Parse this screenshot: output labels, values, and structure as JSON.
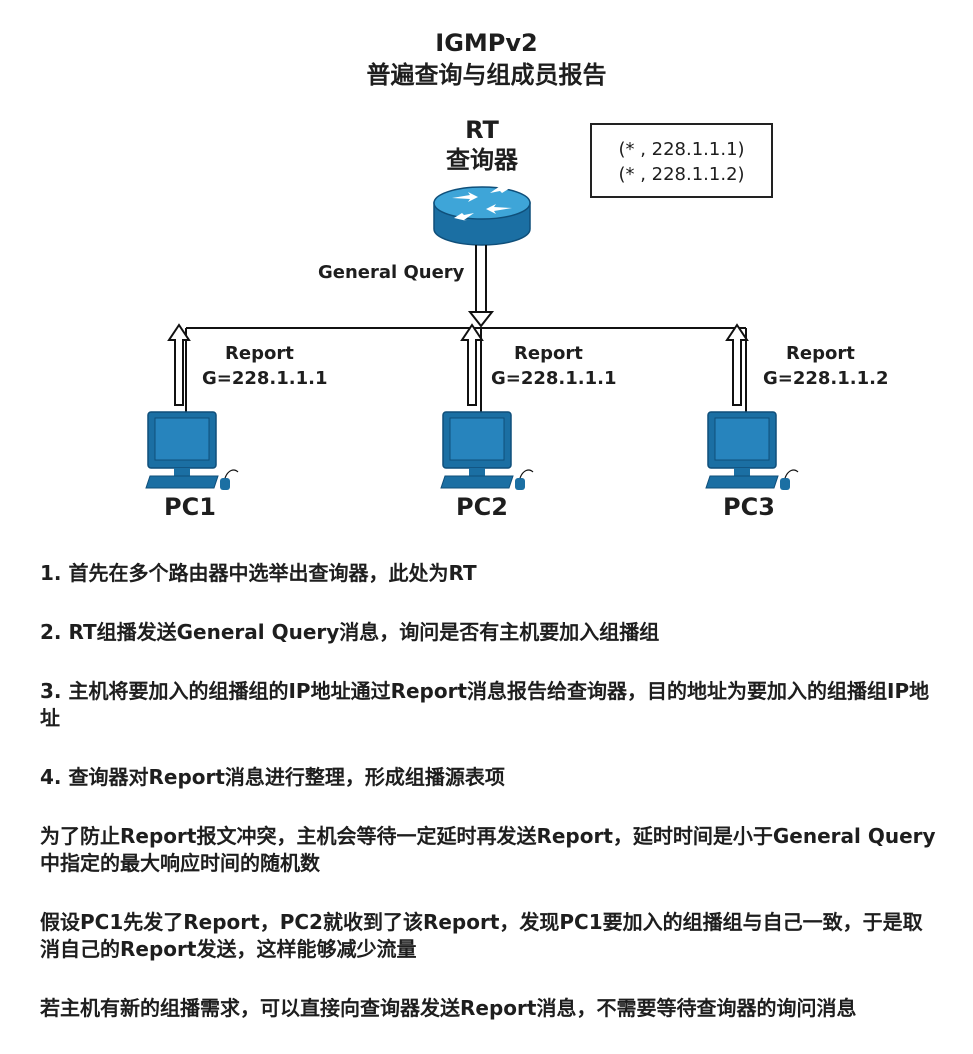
{
  "title": {
    "line1": "IGMPv2",
    "line2": "普遍查询与组成员报告"
  },
  "router": {
    "name": "RT",
    "role": "查询器",
    "icon": "router-icon"
  },
  "group_table": {
    "entries": [
      "(* , 228.1.1.1)",
      "(* , 228.1.1.2)"
    ]
  },
  "query_label": "General Query",
  "hosts": [
    {
      "name": "PC1",
      "report": "Report",
      "group": "G=228.1.1.1",
      "icon": "computer-icon"
    },
    {
      "name": "PC2",
      "report": "Report",
      "group": "G=228.1.1.1",
      "icon": "computer-icon"
    },
    {
      "name": "PC3",
      "report": "Report",
      "group": "G=228.1.1.2",
      "icon": "computer-icon"
    }
  ],
  "steps": [
    "1. 首先在多个路由器中选举出查询器，此处为RT",
    "2. RT组播发送General Query消息，询问是否有主机要加入组播组",
    "3. 主机将要加入的组播组的IP地址通过Report消息报告给查询器，目的地址为要加入的组播组IP地址",
    "4. 查询器对Report消息进行整理，形成组播源表项",
    "为了防止Report报文冲突，主机会等待一定延时再发送Report，延时时间是小于General Query中指定的最大响应时间的随机数",
    "假设PC1先发了Report，PC2就收到了该Report，发现PC1要加入的组播组与自己一致，于是取消自己的Report发送，这样能够减少流量",
    "若主机有新的组播需求，可以直接向查询器发送Report消息，不需要等待查询器的询问消息"
  ],
  "colors": {
    "router_body": "#1b6fa3",
    "router_top": "#3ea5d8",
    "computer_screen": "#1b6fa3",
    "line": "#111111"
  }
}
